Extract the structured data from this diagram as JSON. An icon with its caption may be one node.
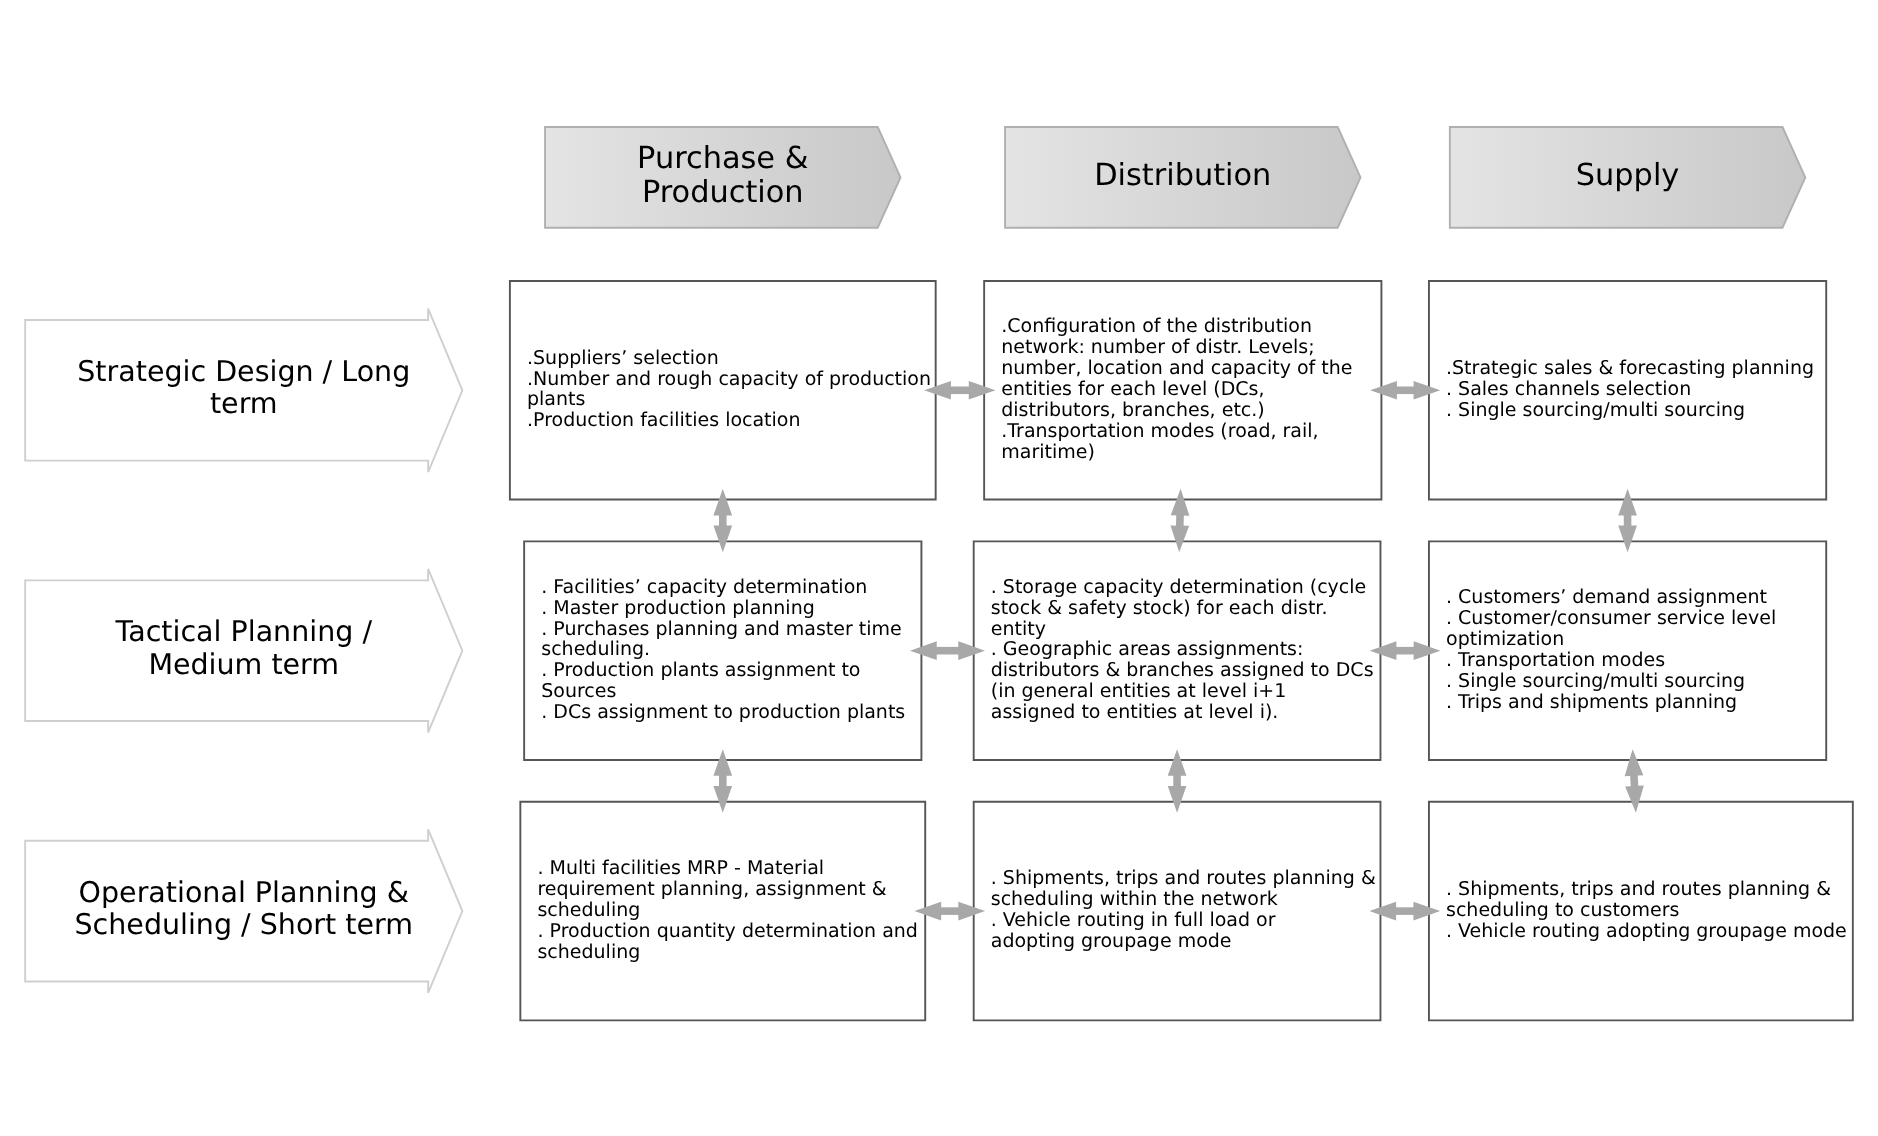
{
  "diagram": {
    "nodes": [
      {
        "text": [
          "Purchase & Production"
        ]
      },
      {
        "text": [
          "Distribution"
        ]
      },
      {
        "text": [
          "Supply"
        ]
      },
      {
        "text": [
          "Strategic Design / Long term"
        ]
      },
      {
        "text": [
          "Tactical Planning / Medium term"
        ]
      },
      {
        "text": [
          "Operational Planning & Scheduling / Short term"
        ]
      },
      {
        "text": [
          ".Suppliers’ selection",
          ".Number and rough capacity of production plants",
          ".Production facilities location"
        ]
      },
      {
        "text": [
          ".Configuration of the distribution network: number of distr. Levels; number, location and capacity of the entities for each level (DCs, distributors, branches, etc.)",
          ".Transportation modes (road, rail, maritime)"
        ]
      },
      {
        "text": [
          ".Strategic sales & forecasting planning",
          ". Sales channels selection",
          ". Single sourcing/multi sourcing"
        ]
      },
      {
        "text": [
          ". Facilities’ capacity determination",
          ". Master production planning",
          ". Purchases planning and master time scheduling.",
          ". Production plants assignment to Sources",
          ". DCs assignment to production plants"
        ]
      },
      {
        "text": [
          ". Storage capacity determination (cycle stock & safety stock) for each distr. entity",
          ". Geographic areas assignments: distributors & branches assigned to DCs (in general entities at level i+1 assigned to entities at level i)."
        ]
      },
      {
        "text": [
          ". Customers’ demand assignment",
          ". Customer/consumer service level optimization",
          ". Transportation modes",
          ". Single sourcing/multi sourcing",
          ". Trips and shipments planning"
        ]
      },
      {
        "text": [
          ". Multi facilities MRP - Material requirement planning, assignment & scheduling",
          ". Production quantity determination and scheduling"
        ]
      },
      {
        "text": [
          ". Shipments, trips and routes planning & scheduling within the network",
          ". Vehicle routing in full load or adopting groupage mode"
        ]
      },
      {
        "text": [
          ". Shipments, trips and routes planning & scheduling to customers",
          ". Vehicle routing adopting groupage mode"
        ]
      }
    ],
    "edges": [
      {
        "from": 6,
        "to": 7,
        "arrow": "both"
      },
      {
        "from": 7,
        "to": 8,
        "arrow": "both"
      },
      {
        "from": 6,
        "to": 9,
        "arrow": "both"
      },
      {
        "from": 7,
        "to": 10,
        "arrow": "both"
      },
      {
        "from": 8,
        "to": 11,
        "arrow": "both"
      },
      {
        "from": 9,
        "to": 10,
        "arrow": "both"
      },
      {
        "from": 10,
        "to": 11,
        "arrow": "both"
      },
      {
        "from": 9,
        "to": 12,
        "arrow": "both"
      },
      {
        "from": 10,
        "to": 13,
        "arrow": "both"
      },
      {
        "from": 11,
        "to": 14,
        "arrow": "both"
      },
      {
        "from": 12,
        "to": 13,
        "arrow": "both"
      },
      {
        "from": 13,
        "to": 14,
        "arrow": "both"
      }
    ]
  }
}
